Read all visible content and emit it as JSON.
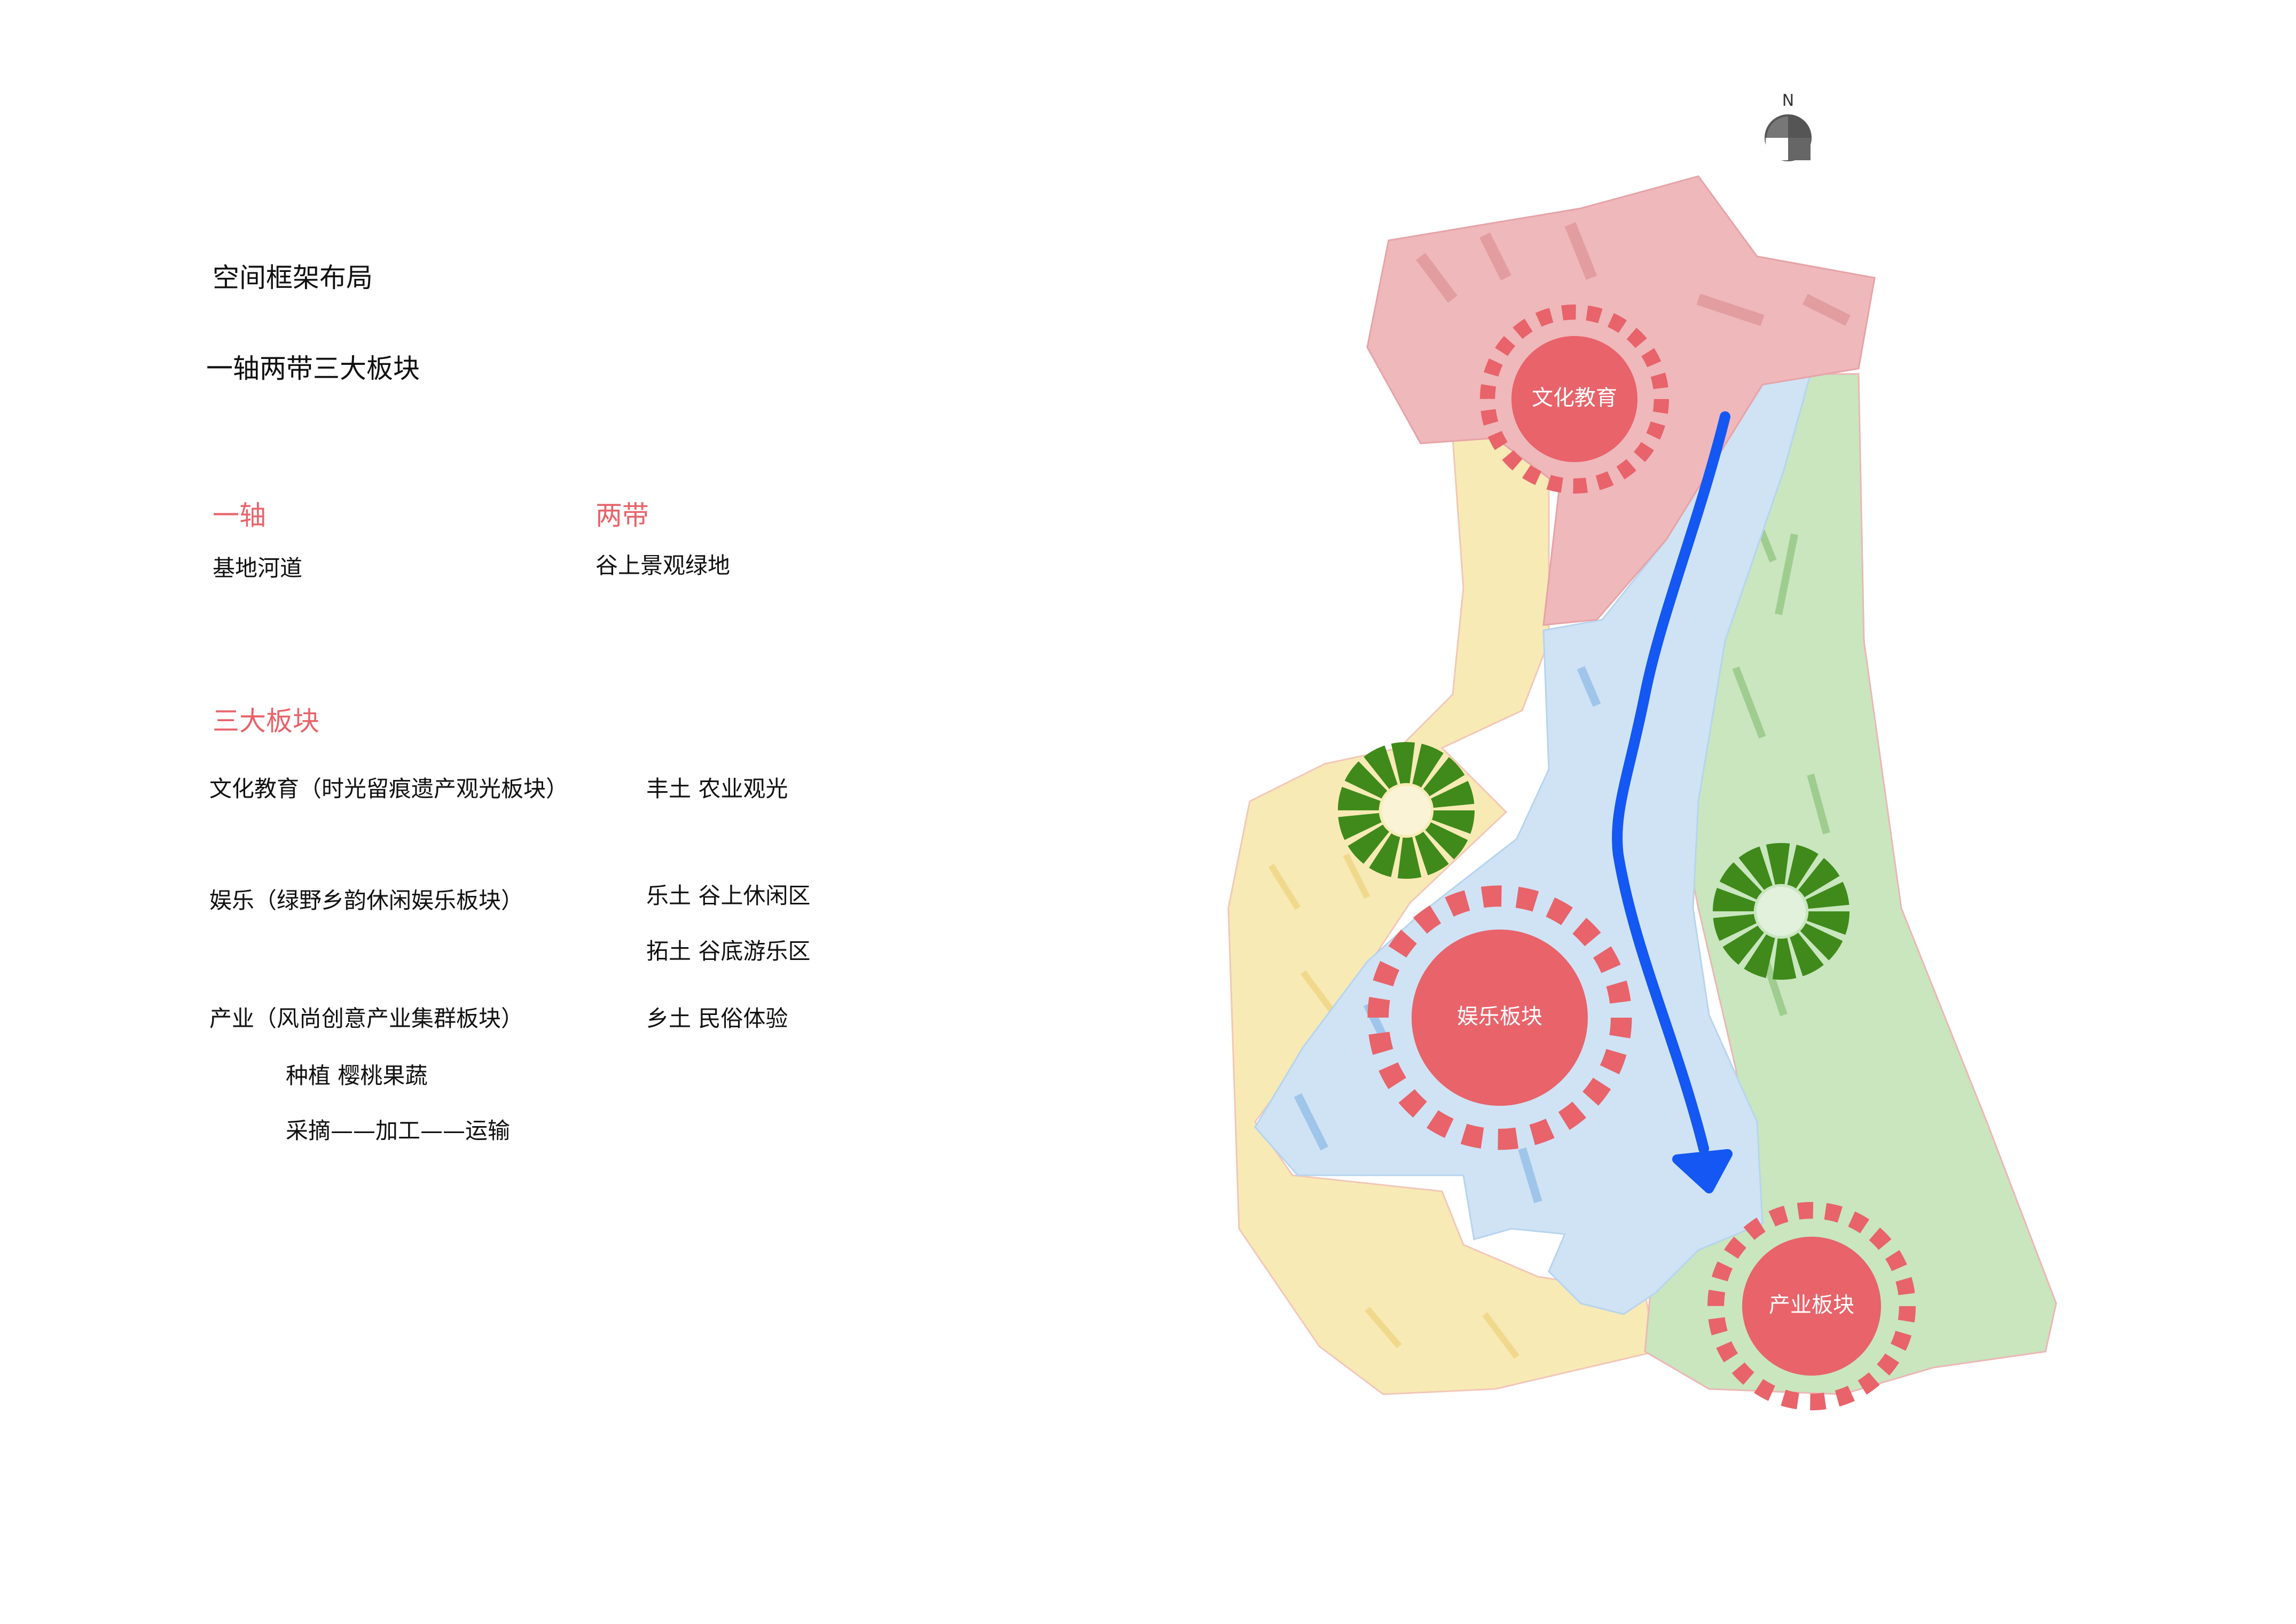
{
  "heading": {
    "title": "空间框架布局",
    "subtitle": "一轴两带三大板块"
  },
  "axis": {
    "heading": "一轴",
    "text": "基地河道"
  },
  "belts": {
    "heading": "两带",
    "text": "谷上景观绿地"
  },
  "blocks": {
    "heading": "三大板块",
    "left": [
      "文化教育（时光留痕遗产观光板块）",
      "娱乐（绿野乡韵休闲娱乐板块）",
      "产业（风尚创意产业集群板块）",
      "种植  樱桃果蔬",
      "采摘——加工——运输"
    ],
    "right": [
      "丰土  农业观光",
      "乐土  谷上休闲区",
      "拓土  谷底游乐区",
      "乡土  民俗体验"
    ]
  },
  "map": {
    "north": "N",
    "zones": {
      "culture": "文化教育",
      "entertainment": "娱乐板块",
      "industry": "产业板块"
    },
    "colors": {
      "accent_red": "#e8636a",
      "culture_zone": "#efb8bb",
      "yellow_zone": "#f8eab5",
      "river_zone": "#cfe3f5",
      "green_zone": "#c9e6bf",
      "river_arrow": "#1457f2",
      "green_node": "#3f8a1a"
    }
  }
}
